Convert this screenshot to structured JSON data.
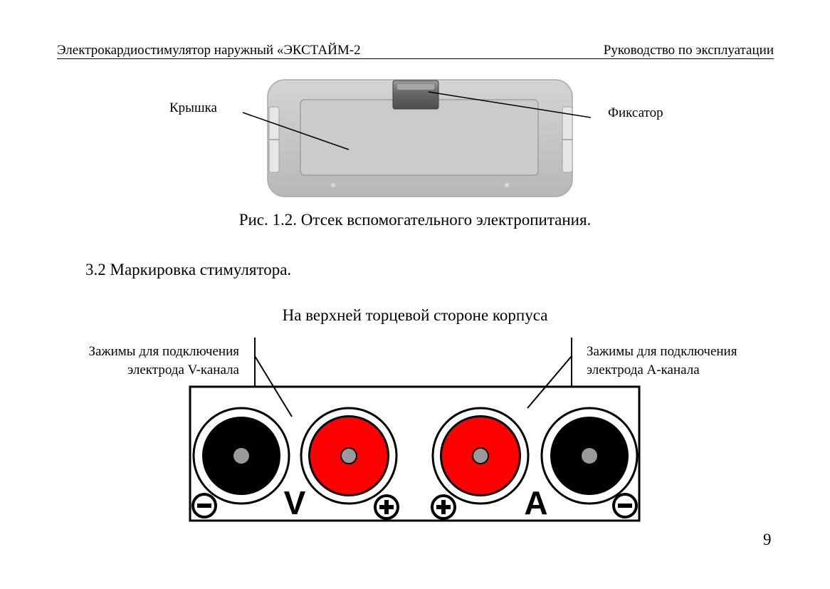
{
  "header": {
    "left": "Электрокардиостимулятор наружный «ЭКСТАЙМ-2",
    "right": "Руководство по эксплуатации"
  },
  "figure1": {
    "label_cover": "Крышка",
    "label_latch": "Фиксатор",
    "caption": "Рис. 1.2. Отсек вспомогательного электропитания."
  },
  "section": {
    "title": "3.2 Маркировка стимулятора."
  },
  "figure2": {
    "subtitle": "На верхней торцевой стороне корпуса",
    "left_label_line1": "Зажимы для подключения",
    "left_label_line2": "электрода V-канала",
    "right_label_line1": "Зажимы для подключения",
    "right_label_line2": "электрода A-канала",
    "channel_v": "V",
    "channel_a": "A",
    "terminal_colors": {
      "negative": "#000000",
      "positive": "#ff0000"
    }
  },
  "page_number": "9"
}
